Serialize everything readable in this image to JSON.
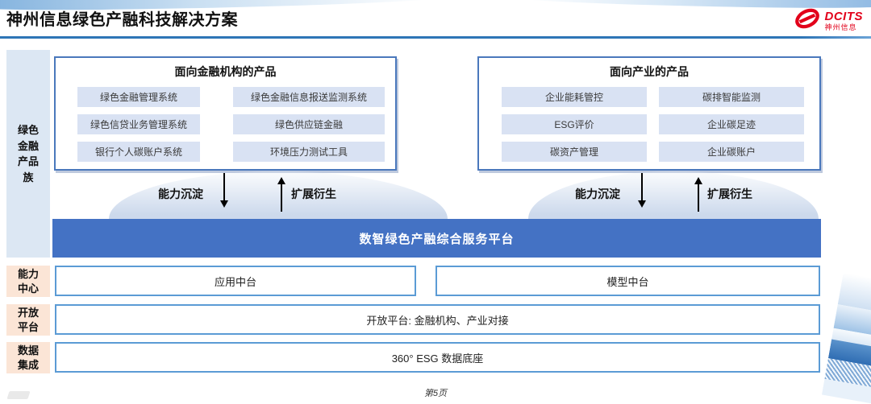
{
  "header": {
    "title": "神州信息绿色产融科技解决方案",
    "logo": {
      "brand_en": "DCITS",
      "brand_cn": "神州信息"
    }
  },
  "sidebar": {
    "product_family_label": "绿色金融产品族",
    "capability_label": "能力中心",
    "open_platform_label": "开放平台",
    "data_integration_label": "数据集成"
  },
  "product_groups": [
    {
      "title": "面向金融机构的产品",
      "items": [
        "绿色金融管理系统",
        "绿色金融信息报送监测系统",
        "绿色信贷业务管理系统",
        "绿色供应链金融",
        "银行个人碳账户系统",
        "环境压力测试工具"
      ]
    },
    {
      "title": "面向产业的产品",
      "items": [
        "企业能耗管控",
        "碳排智能监测",
        "ESG评价",
        "企业碳足迹",
        "碳资产管理",
        "企业碳账户"
      ]
    }
  ],
  "flow": {
    "down_label": "能力沉淀",
    "up_label": "扩展衍生"
  },
  "platform_banner": "数智绿色产融综合服务平台",
  "middle_layer": {
    "app_center": "应用中台",
    "model_center": "模型中台"
  },
  "open_platform_row": "开放平台: 金融机构、产业对接",
  "data_base_row": "360° ESG 数据底座",
  "footer": {
    "page": "第5页"
  },
  "colors": {
    "banner_blue": "#4472c4",
    "chip_bg": "#d9e2f3",
    "sidebar_blue": "#dce7f3",
    "sidebar_peach": "#fbe5d6",
    "box_border_blue": "#5b9bd5",
    "header_line_blue": "#2e75b6",
    "logo_red": "#e2001a"
  }
}
